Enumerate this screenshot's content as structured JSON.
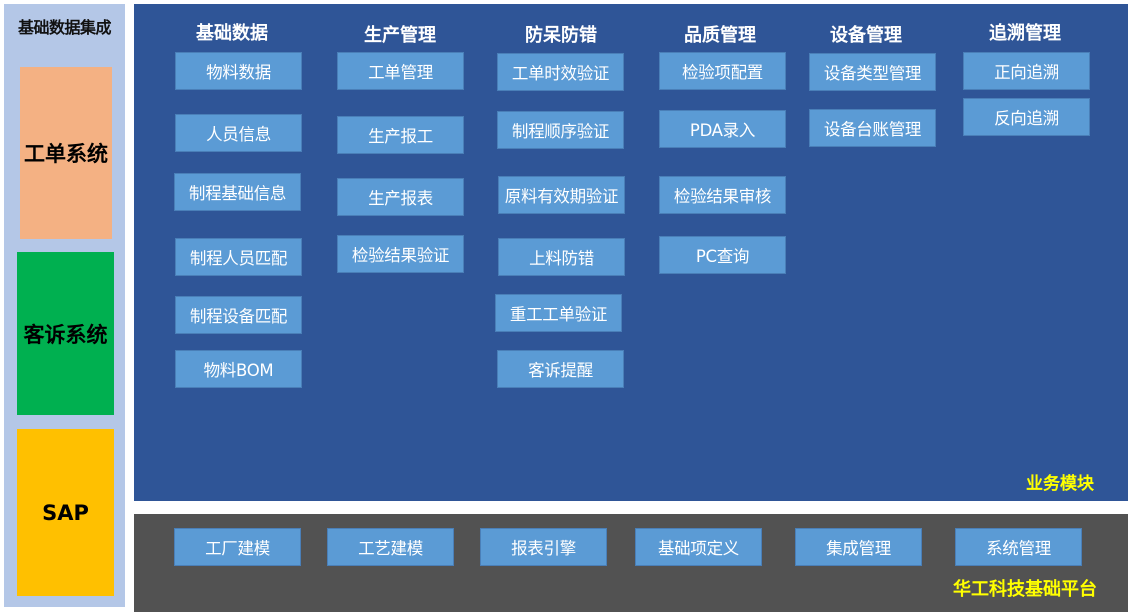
{
  "sidebar": {
    "title": "基础数据集成",
    "systems": [
      {
        "label": "工单系统",
        "color": "#F4B183"
      },
      {
        "label": "客诉系统",
        "color": "#00B050"
      },
      {
        "label": "SAP",
        "color": "#FFC000"
      }
    ]
  },
  "business": {
    "label": "业务模块",
    "columns": [
      {
        "title": "基础数据",
        "items": [
          "物料数据",
          "人员信息",
          "制程基础信息",
          "制程人员匹配",
          "制程设备匹配",
          "物料BOM"
        ]
      },
      {
        "title": "生产管理",
        "items": [
          "工单管理",
          "生产报工",
          "生产报表",
          "检验结果验证"
        ]
      },
      {
        "title": "防呆防错",
        "items": [
          "工单时效验证",
          "制程顺序验证",
          "原料有效期验证",
          "上料防错",
          "重工工单验证",
          "客诉提醒"
        ]
      },
      {
        "title": "品质管理",
        "items": [
          "检验项配置",
          "PDA录入",
          "检验结果审核",
          "PC查询"
        ]
      },
      {
        "title": "设备管理",
        "items": [
          "设备类型管理",
          "设备台账管理"
        ]
      },
      {
        "title": "追溯管理",
        "items": [
          "正向追溯",
          "反向追溯"
        ]
      }
    ]
  },
  "platform": {
    "label": "华工科技基础平台",
    "items": [
      "工厂建模",
      "工艺建模",
      "报表引擎",
      "基础项定义",
      "集成管理",
      "系统管理"
    ]
  },
  "colors": {
    "business_panel": "#2F5597",
    "platform_panel": "#525252",
    "button": "#5B9BD5",
    "sidebar": "#B4C7E7",
    "tag_text": "#FFFF00"
  }
}
